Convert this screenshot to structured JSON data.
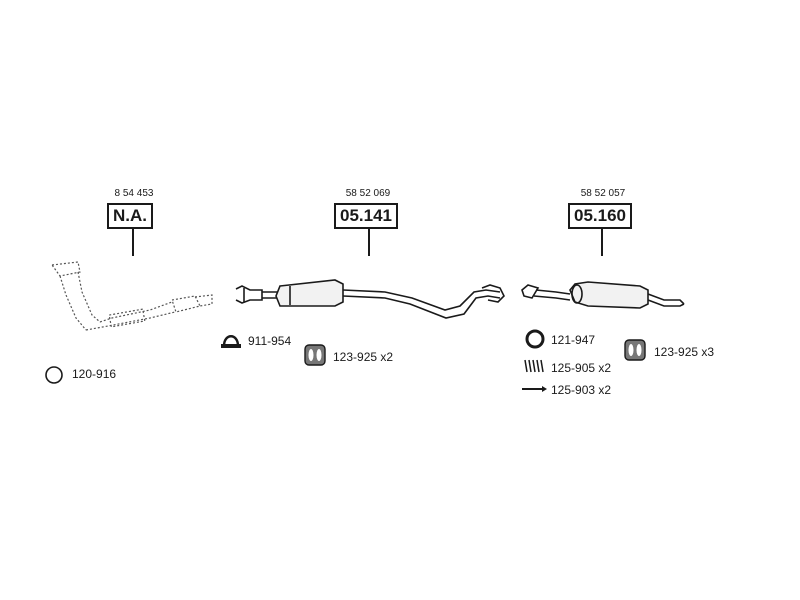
{
  "sections": [
    {
      "oem_number": "8 54 453",
      "code": "N.A.",
      "parts": [
        {
          "icon": "ring-gasket-icon",
          "number": "120-916"
        }
      ]
    },
    {
      "oem_number": "58 52 069",
      "code": "05.141",
      "parts": [
        {
          "icon": "clamp-icon",
          "number": "911-954"
        },
        {
          "icon": "rubber-hanger-icon",
          "number": "123-925 x2"
        }
      ]
    },
    {
      "oem_number": "58 52 057",
      "code": "05.160",
      "parts": [
        {
          "icon": "ring-gasket-icon",
          "number": "121-947"
        },
        {
          "icon": "spring-icon",
          "number": "125-905 x2"
        },
        {
          "icon": "bolt-icon",
          "number": "125-903 x2"
        },
        {
          "icon": "rubber-hanger-icon",
          "number": "123-925 x3"
        }
      ]
    }
  ]
}
